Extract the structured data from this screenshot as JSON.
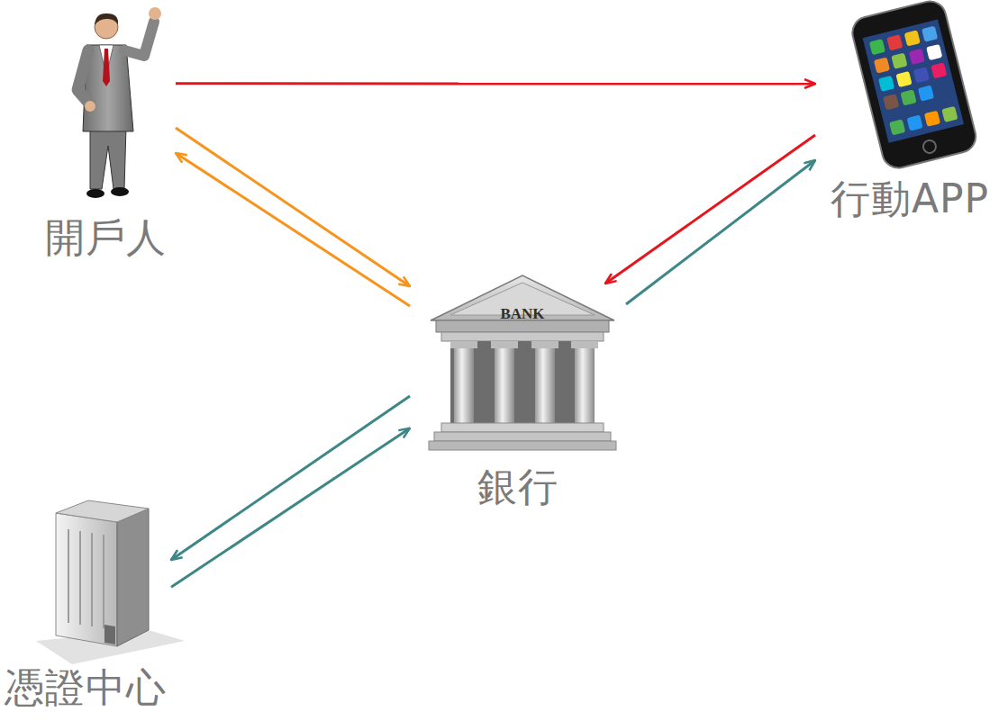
{
  "diagram": {
    "nodes": [
      {
        "text": [
          "開戶人"
        ]
      },
      {
        "text": [
          "行動APP"
        ]
      },
      {
        "text": [
          "銀行"
        ]
      },
      {
        "text": [
          "憑證中心"
        ]
      }
    ],
    "edges": [
      {
        "from": 0,
        "to": 1,
        "arrow": "to"
      },
      {
        "from": 1,
        "to": 2,
        "arrow": "to"
      },
      {
        "from": 2,
        "to": 1,
        "arrow": "to"
      },
      {
        "from": 0,
        "to": 2,
        "arrow": "to"
      },
      {
        "from": 2,
        "to": 0,
        "arrow": "to"
      },
      {
        "from": 2,
        "to": 3,
        "arrow": "to"
      },
      {
        "from": 3,
        "to": 2,
        "arrow": "to"
      }
    ],
    "labels": [
      "BANK"
    ]
  }
}
